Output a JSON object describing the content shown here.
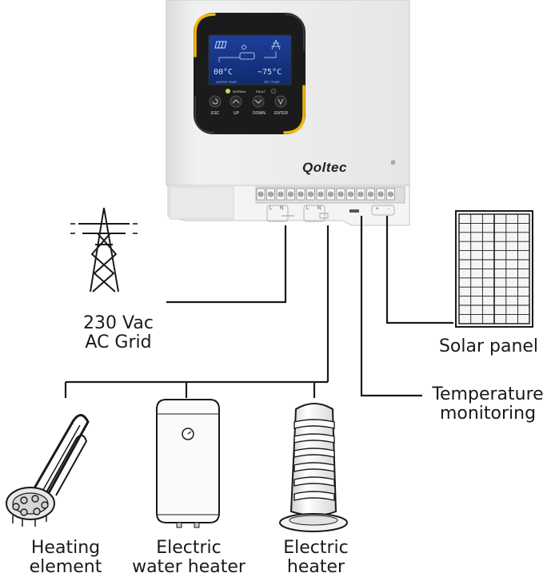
{
  "device": {
    "brand": "Qoltec",
    "registered_mark": "®",
    "lcd": {
      "water_temp": "00°C",
      "set_temp": "~75°C",
      "water_temp_label": "WATER TEMP",
      "set_temp_label": "SET TEMP"
    },
    "indicators": {
      "normal": "NORMAL",
      "fault": "FAULT"
    },
    "buttons": [
      "ESC",
      "UP",
      "DOWN",
      "ENTER"
    ],
    "terminal_marks": [
      "L",
      "N",
      "L",
      "N",
      "+",
      "-"
    ],
    "colors": {
      "body": "#eeeeee",
      "panel": "#1b1b1b",
      "accent": "#f2b705",
      "lcd": "#1f3f8f"
    }
  },
  "labels": {
    "grid_line1": "230 Vac",
    "grid_line2": "AC  Grid",
    "solar": "Solar panel",
    "temp_line1": "Temperature",
    "temp_line2": "monitoring",
    "heating_line1": "Heating",
    "heating_line2": "element",
    "water_line1": "Electric",
    "water_line2": "water heater",
    "heater_line1": "Electric",
    "heater_line2": "heater"
  },
  "icons": [
    "power-tower-icon",
    "solar-panel-icon",
    "heating-element-icon",
    "water-heater-icon",
    "electric-heater-icon"
  ]
}
